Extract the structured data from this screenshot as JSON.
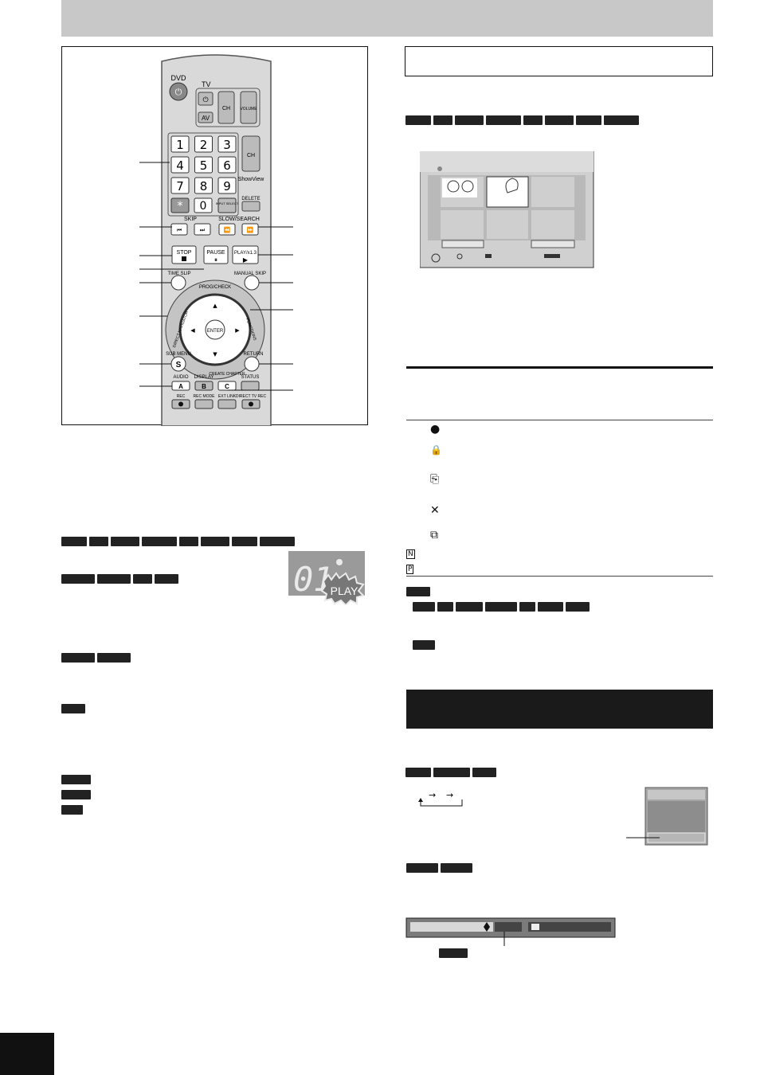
{
  "remote": {
    "dvd_label": "DVD",
    "tv_label": "TV",
    "av_label": "AV",
    "ch_label": "CH",
    "volume_label": "VOLUME",
    "showview_label": "ShowView",
    "digits": [
      "1",
      "2",
      "3",
      "4",
      "5",
      "6",
      "7",
      "8",
      "9"
    ],
    "zero_label": "0",
    "star_label": "*",
    "input_select_label": "INPUT SELECT",
    "delete_label": "DELETE",
    "skip_label": "SKIP",
    "slow_search_label": "SLOW/SEARCH",
    "stop_label": "STOP",
    "pause_label": "PAUSE",
    "play_label": "PLAY/x1.3",
    "time_slip_label": "TIME SLIP",
    "manual_skip_label": "MANUAL SKIP",
    "prog_check_label": "PROG/CHECK",
    "direct_navigator_label": "DIRECT NAVIGATOR",
    "functions_label": "FUNCTIONS",
    "enter_label": "ENTER",
    "sub_menu_label": "SUB MENU",
    "s_label": "S",
    "return_label": "RETURN",
    "audio_label": "AUDIO",
    "a_label": "A",
    "display_label": "DISPLAY",
    "b_label": "B",
    "create_chapter_label": "CREATE CHAPTER",
    "c_label": "C",
    "status_label": "STATUS",
    "rec_label": "REC",
    "rec_mode_label": "REC MODE",
    "ext_link_label": "EXT LINK",
    "direct_tv_rec_label": "DIRECT TV REC"
  },
  "front_display": {
    "digits": "01",
    "play_text": "PLAY"
  },
  "icons": {
    "record_icon": "●",
    "lock_icon": "🔒",
    "protect_icon": "⎘",
    "cross_icon": "✕",
    "copy_icon": "⧉",
    "n_icon": "N",
    "p_icon": "P"
  },
  "menu_cycle": {
    "arrow1": "→",
    "arrow2": "→"
  },
  "colors": {
    "header_band": "#c8c8c8",
    "badge": "#222222",
    "remote_body": "#d9d9d9",
    "black_band": "#1a1a1a"
  }
}
